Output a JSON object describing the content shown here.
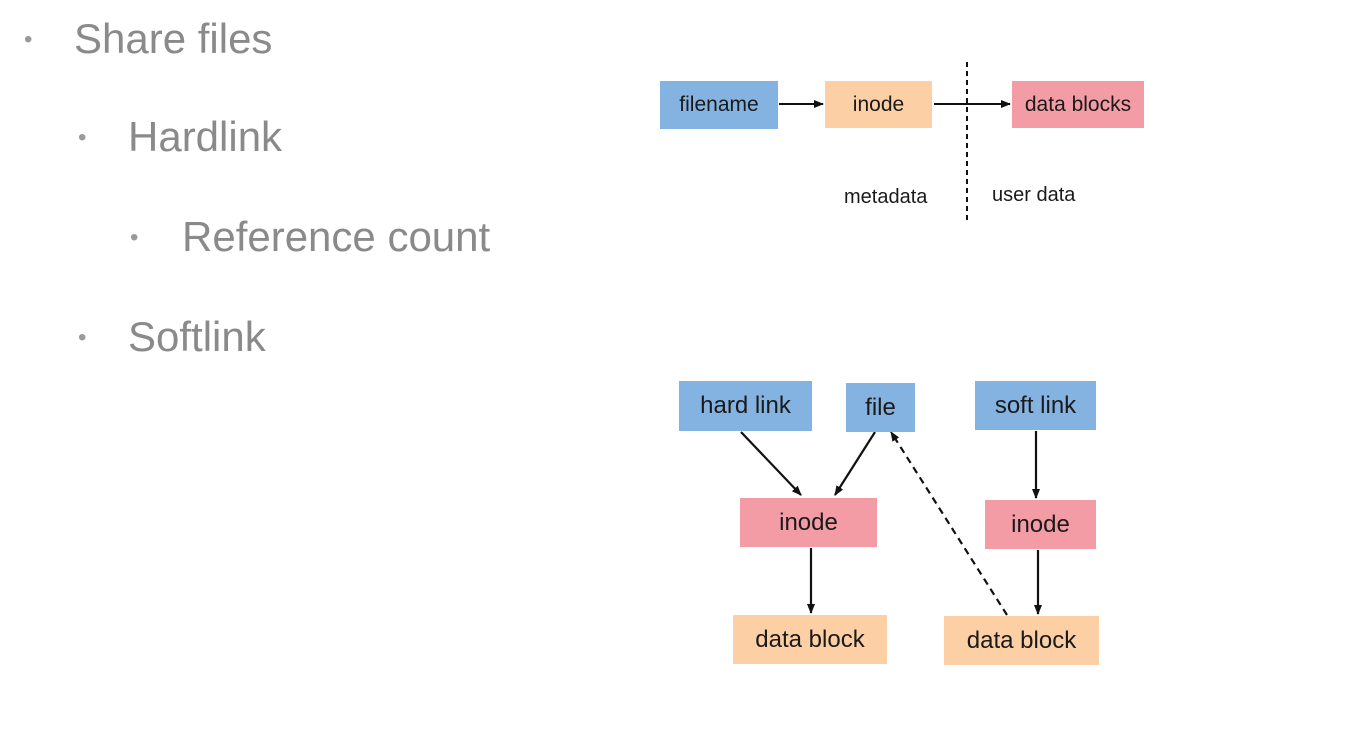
{
  "bullets": {
    "share_files": "Share files",
    "hardlink": "Hardlink",
    "reference_count": "Reference count",
    "softlink": "Softlink"
  },
  "top_diagram": {
    "filename": "filename",
    "inode": "inode",
    "data_blocks": "data blocks",
    "metadata": "metadata",
    "user_data": "user data"
  },
  "bottom_diagram": {
    "hard_link": "hard link",
    "file": "file",
    "soft_link": "soft link",
    "inode_left": "inode",
    "inode_right": "inode",
    "data_block_left": "data block",
    "data_block_right": "data block"
  },
  "colors": {
    "blue": "#84b3e2",
    "peach": "#fccfa5",
    "pink": "#f49ca6",
    "bullet_text": "#8a8a8a"
  }
}
